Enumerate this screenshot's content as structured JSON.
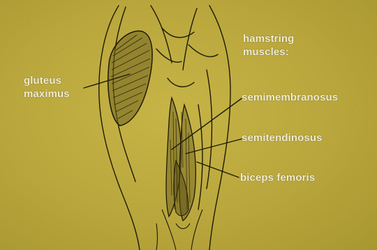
{
  "labels": {
    "gluteus_line1": "gluteus",
    "gluteus_line2": "maximus",
    "hamstring_line1": "hamstring",
    "hamstring_line2": "muscles:",
    "semimembranosus": "semimembranosus",
    "semitendinosus": "semitendinosus",
    "biceps_femoris": "biceps femoris"
  },
  "colors": {
    "background": "#b9a73d",
    "label_text": "#f3edd0",
    "ink": "#1e1a08"
  }
}
